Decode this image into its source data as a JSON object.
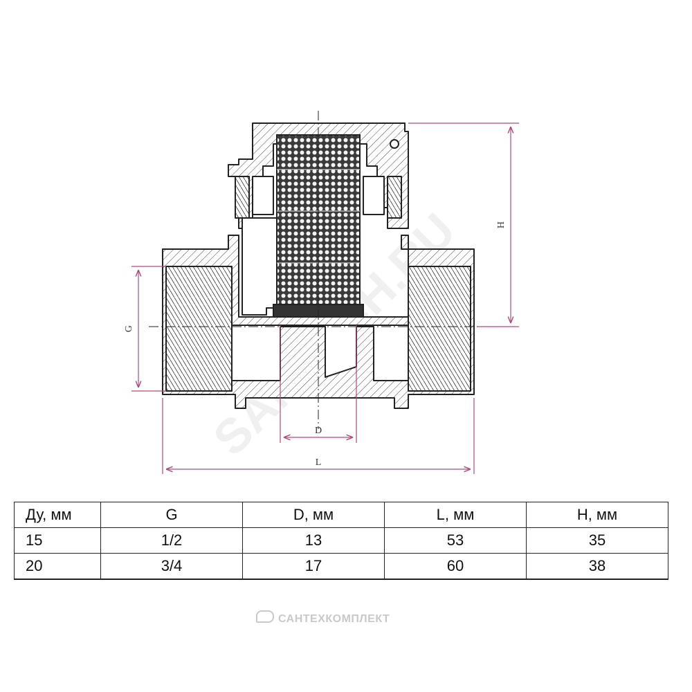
{
  "drawing": {
    "dimensions": {
      "G": "G",
      "H": "H",
      "D": "D",
      "L": "L"
    },
    "watermark": "SANTECH.RU"
  },
  "table": {
    "headers": [
      "Ду, мм",
      "G",
      "D, мм",
      "L, мм",
      "H, мм"
    ],
    "rows": [
      [
        "15",
        "1/2",
        "13",
        "53",
        "35"
      ],
      [
        "20",
        "3/4",
        "17",
        "60",
        "38"
      ]
    ]
  },
  "footer": {
    "brand": "САНТЕХКОМПЛЕКТ"
  }
}
